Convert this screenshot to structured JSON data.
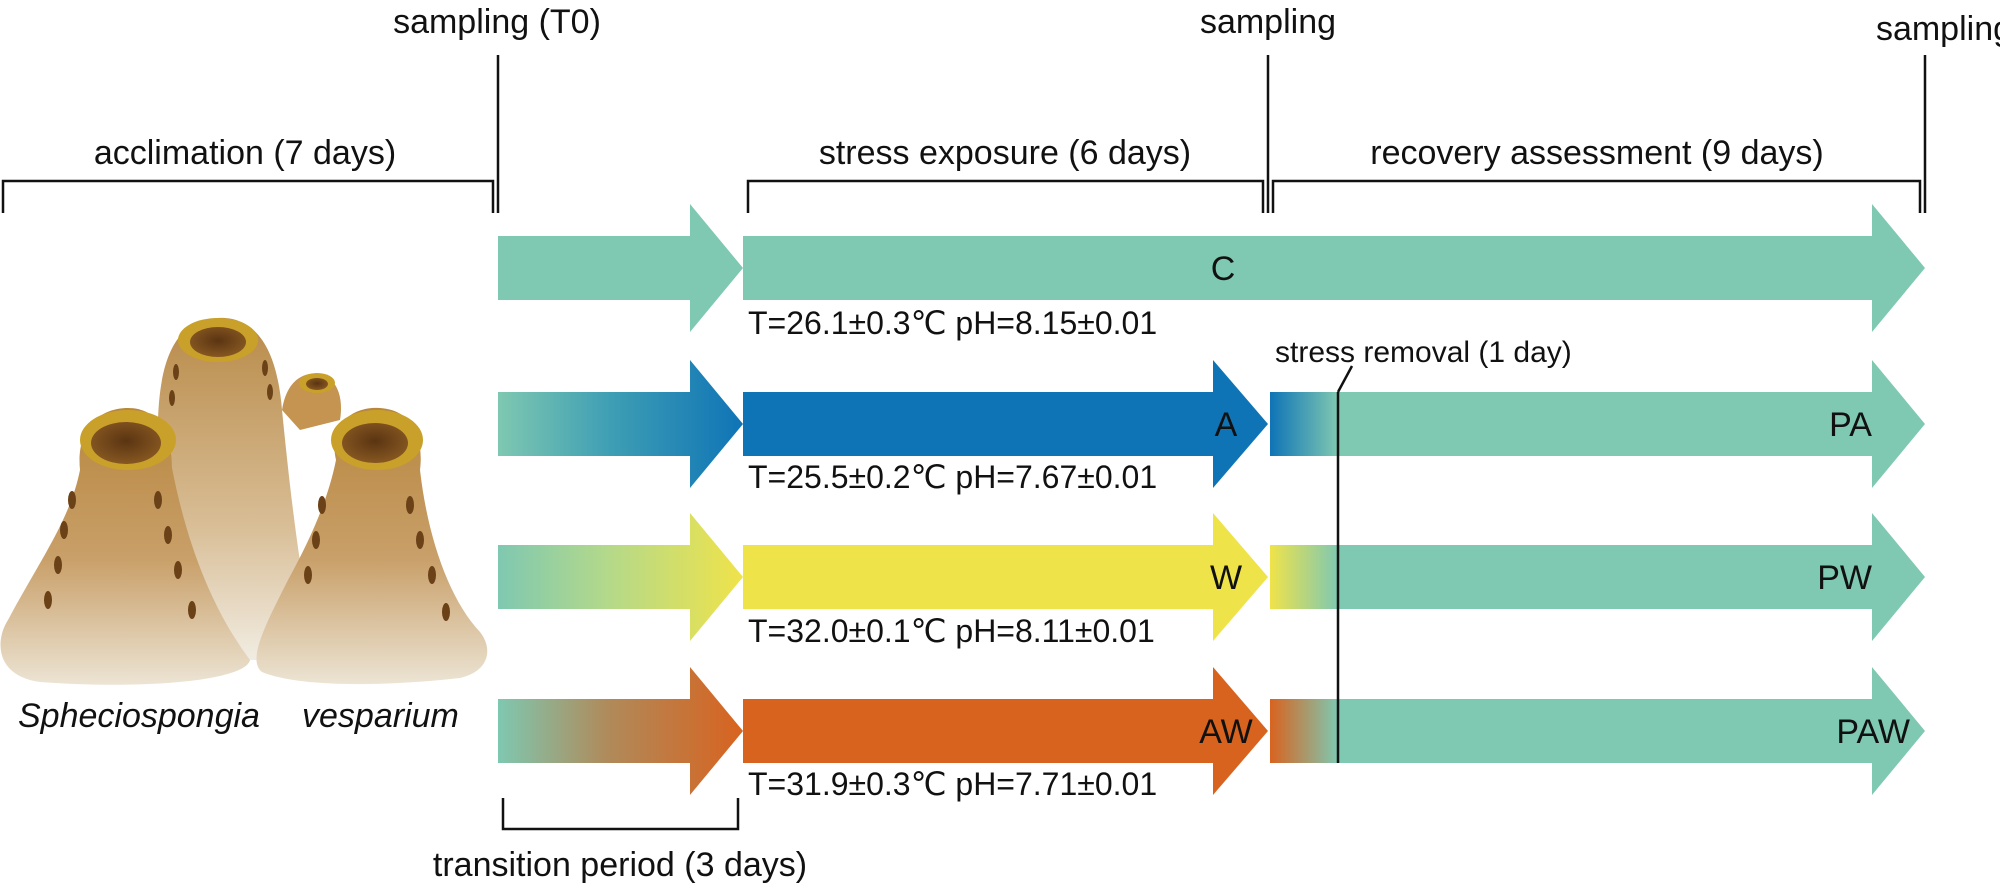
{
  "colors": {
    "control": "#7fc8b1",
    "acidification": "#0f74b6",
    "warming": "#efe34a",
    "combined": "#d8631f",
    "sponge_body": "#c08e45",
    "sponge_rim": "#c9a12a"
  },
  "sampling_labels": [
    "sampling (T0)",
    "sampling",
    "sampling"
  ],
  "periods": {
    "acclimation": "acclimation (7 days)",
    "stress": "stress exposure (6 days)",
    "recovery": "recovery assessment (9 days)",
    "transition": "transition period (3 days)",
    "stress_removal": "stress removal (1 day)"
  },
  "organism": {
    "genus": "Spheciospongia",
    "species": "vesparium"
  },
  "treatments": [
    {
      "code": "C",
      "recovery_code": "",
      "conditions": "T=26.1±0.3℃ pH=8.15±0.01",
      "color": "#7fc8b1"
    },
    {
      "code": "A",
      "recovery_code": "PA",
      "conditions": "T=25.5±0.2℃ pH=7.67±0.01",
      "color": "#0f74b6"
    },
    {
      "code": "W",
      "recovery_code": "PW",
      "conditions": "T=32.0±0.1℃ pH=8.11±0.01",
      "color": "#efe34a"
    },
    {
      "code": "AW",
      "recovery_code": "PAW",
      "conditions": "T=31.9±0.3℃ pH=7.71±0.01",
      "color": "#d8631f"
    }
  ]
}
